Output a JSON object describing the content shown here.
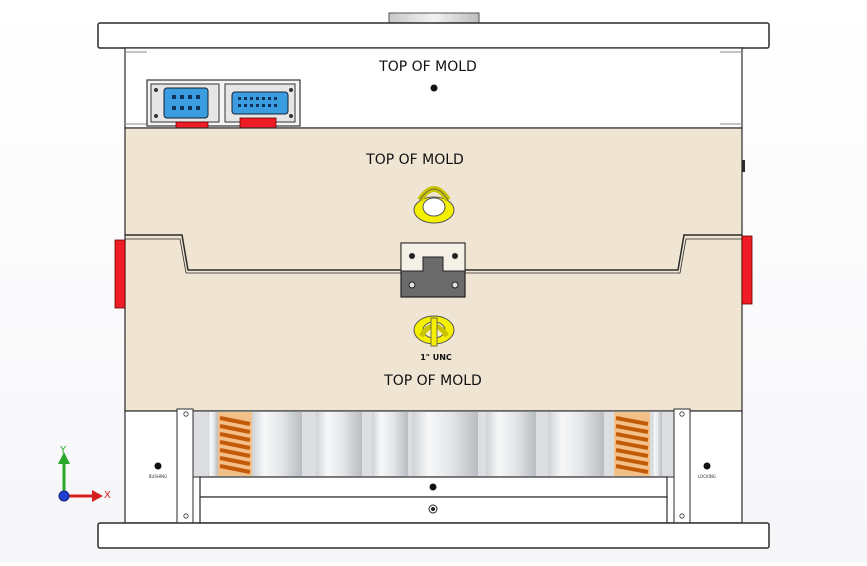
{
  "labels": {
    "top_plate": "TOP OF MOLD",
    "cavity_upper": "TOP OF MOLD",
    "cavity_lower": "TOP OF MOLD",
    "thread": "1\" UNC",
    "left_hole_tag": "BUSHING",
    "right_hole_tag": "LOCKING"
  },
  "triad": {
    "x_label": "X",
    "y_label": "Y"
  },
  "colors": {
    "plate": "#ffffff",
    "cavity": "#efe5d2",
    "stroke": "#2b2b2b",
    "red": "#ee1c24",
    "yellow": "#f4f000",
    "spring": "#e07a18",
    "connector_blue": "#3c9ce0",
    "axis_x": "#d62020",
    "axis_y": "#2aa82a",
    "axis_z": "#2040d0"
  }
}
